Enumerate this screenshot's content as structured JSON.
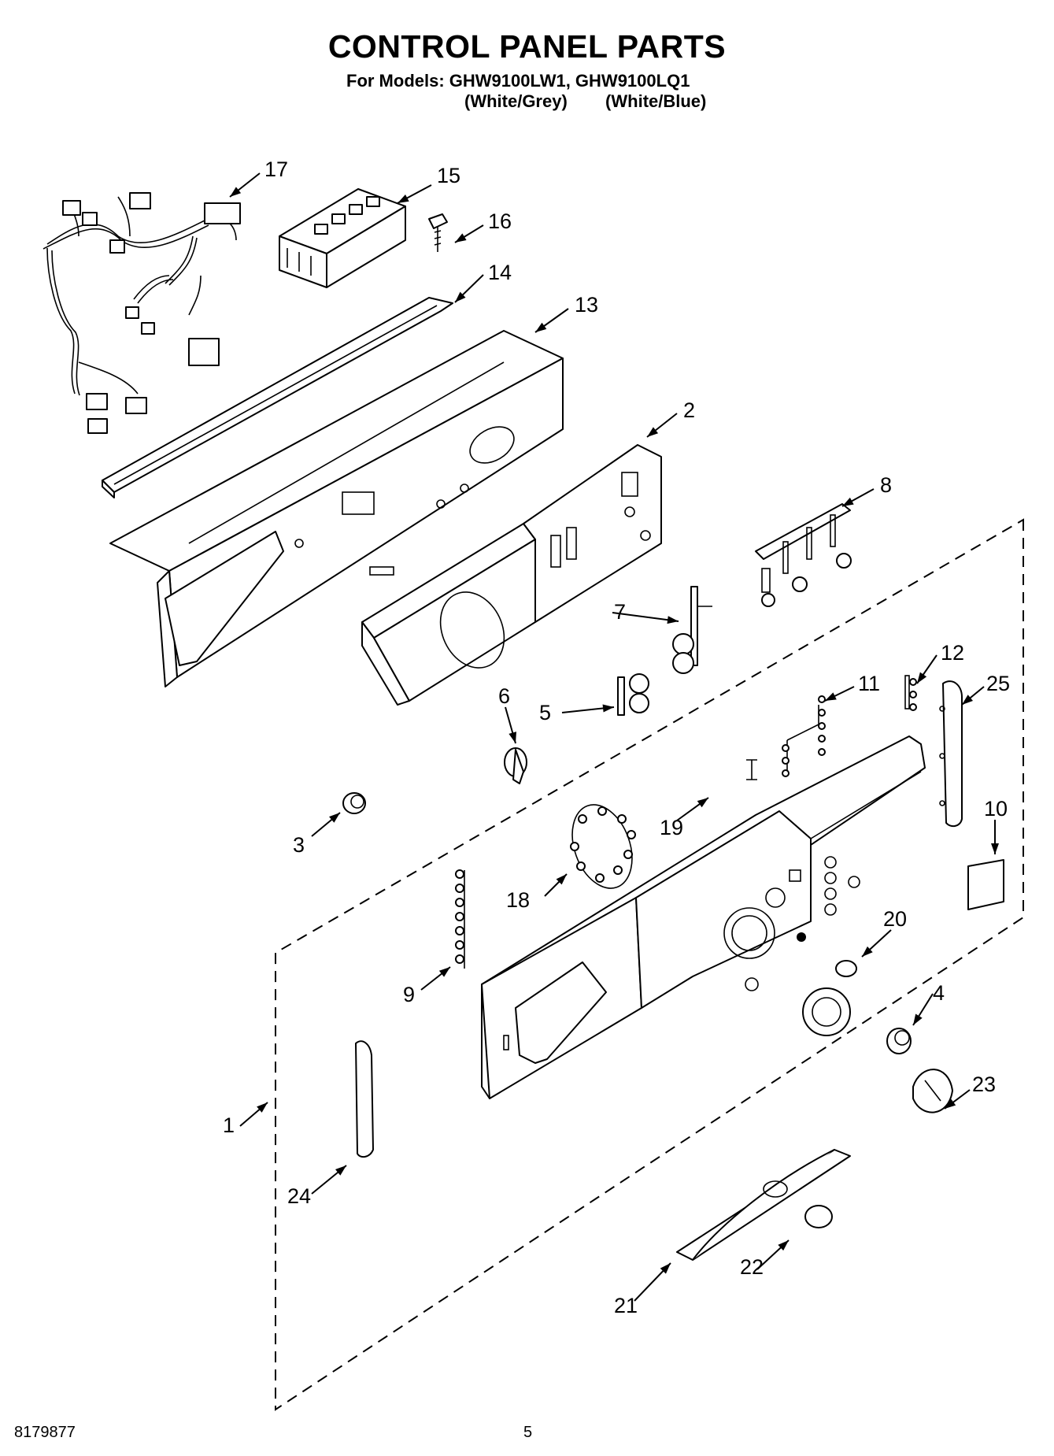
{
  "header": {
    "title": "CONTROL PANEL PARTS",
    "models": "For Models: GHW9100LW1, GHW9100LQ1",
    "variant_1": "(White/Grey)",
    "variant_2": "(White/Blue)"
  },
  "footer": {
    "doc_number": "8179877",
    "page_number": "5"
  },
  "callouts": {
    "c1": "1",
    "c2": "2",
    "c3": "3",
    "c4": "4",
    "c5": "5",
    "c6": "6",
    "c7": "7",
    "c8": "8",
    "c9": "9",
    "c10": "10",
    "c11": "11",
    "c12": "12",
    "c13": "13",
    "c14": "14",
    "c15": "15",
    "c16": "16",
    "c17": "17",
    "c18": "18",
    "c19": "19",
    "c20": "20",
    "c21": "21",
    "c22": "22",
    "c23": "23",
    "c24": "24",
    "c25": "25"
  }
}
